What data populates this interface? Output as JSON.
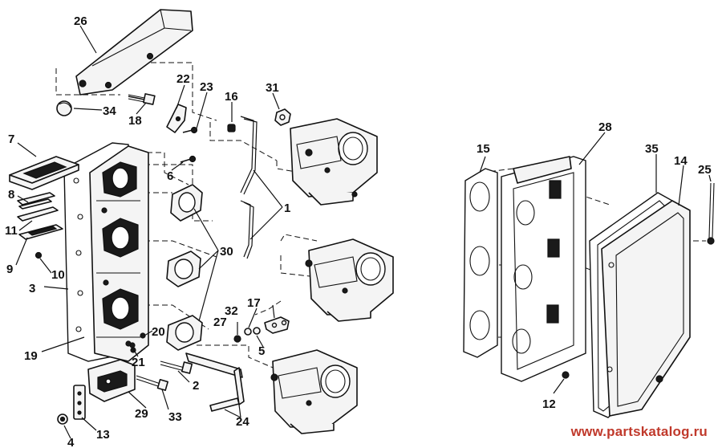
{
  "diagram": {
    "callouts": {
      "p1": "1",
      "p2": "2",
      "p3": "3",
      "p4": "4",
      "p5": "5",
      "p6": "6",
      "p7": "7",
      "p8": "8",
      "p9": "9",
      "p10": "10",
      "p11": "11",
      "p12": "12",
      "p13": "13",
      "p14": "14",
      "p15": "15",
      "p16": "16",
      "p17": "17",
      "p18": "18",
      "p19": "19",
      "p20": "20",
      "p21": "21",
      "p22": "22",
      "p23": "23",
      "p24": "24",
      "p25": "25",
      "p26": "26",
      "p27": "27",
      "p28": "28",
      "p29": "29",
      "p30": "30",
      "p31": "31",
      "p32": "32",
      "p33": "33",
      "p34": "34",
      "p35": "35"
    }
  },
  "watermark": {
    "text": "www.partskatalog.ru",
    "color": "#c0392b"
  }
}
